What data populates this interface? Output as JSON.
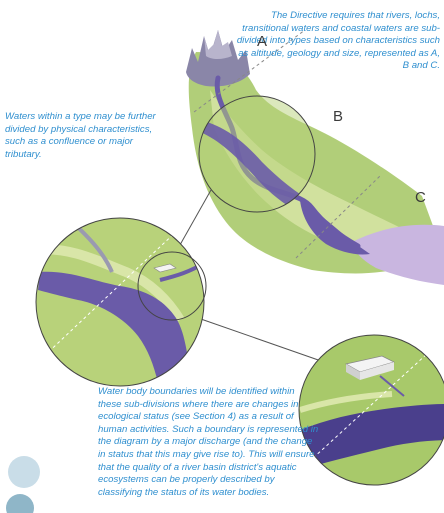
{
  "annotations": {
    "top": "The Directive requires that rivers, lochs, transitional waters and coastal waters are sub-divided into types based on characteristics such as altitude, geology and size, represented as A, B and C.",
    "left": "Waters within a type may be further divided by physical characteristics, such as a confluence or major tributary.",
    "bottom": "Water body boundaries will be identified within these sub-divisions where there are changes in ecological status (see Section 4) as a result of human activities. Such a boundary is represented in the diagram by a major discharge (and the change in status that this may give rise to). This will ensure that the quality of a river basin district's aquatic ecosystems can be properly described by classifying the status of its water bodies."
  },
  "zones": {
    "a": "A",
    "b": "B",
    "c": "C"
  },
  "colors": {
    "text_blue": "#2f8fcf",
    "land_green": "#a8c96a",
    "grass_light": "#d9e6a8",
    "river": "#6a5ba8",
    "river_dark": "#4a3f8c",
    "sea": "#c9b6e0",
    "mountain": "#8a86a8",
    "bubble": "#c9dde8"
  }
}
